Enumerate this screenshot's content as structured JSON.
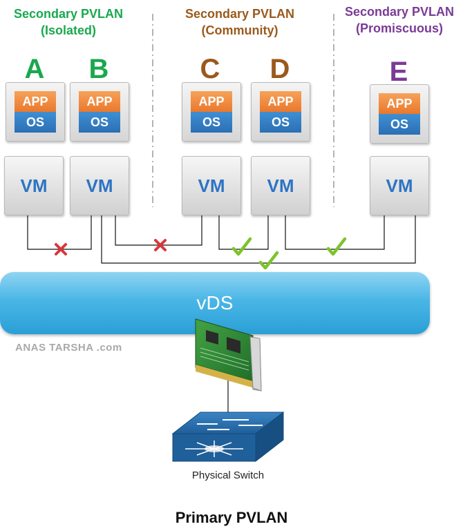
{
  "sections": [
    {
      "title": "Secondary PVLAN",
      "subtitle": "(Isolated)",
      "color": "#1aa84f"
    },
    {
      "title": "Secondary PVLAN",
      "subtitle": "(Community)",
      "color": "#9a5a1b"
    },
    {
      "title": "Secondary PVLAN",
      "subtitle": "(Promiscuous)",
      "color": "#7a3b96"
    }
  ],
  "vms": [
    {
      "letter": "A",
      "app": "APP",
      "os": "OS",
      "vm": "VM"
    },
    {
      "letter": "B",
      "app": "APP",
      "os": "OS",
      "vm": "VM"
    },
    {
      "letter": "C",
      "app": "APP",
      "os": "OS",
      "vm": "VM"
    },
    {
      "letter": "D",
      "app": "APP",
      "os": "OS",
      "vm": "VM"
    },
    {
      "letter": "E",
      "app": "APP",
      "os": "OS",
      "vm": "VM"
    }
  ],
  "connections": [
    {
      "from": "A",
      "to": "B",
      "status": "blocked"
    },
    {
      "from": "B",
      "to": "C",
      "status": "blocked"
    },
    {
      "from": "C",
      "to": "D",
      "status": "allowed"
    },
    {
      "from": "D",
      "to": "E",
      "status": "allowed"
    },
    {
      "from": "B",
      "to": "E",
      "status": "allowed"
    }
  ],
  "vds_label": "vDS",
  "watermark": "ANAS TARSHA .com",
  "physical_switch_label": "Physical Switch",
  "footer_title": "Primary PVLAN",
  "colors": {
    "allowed": "#7cc42a",
    "blocked": "#d9363a",
    "vds": "#3aa8dd",
    "switch": "#1f5f9a"
  }
}
